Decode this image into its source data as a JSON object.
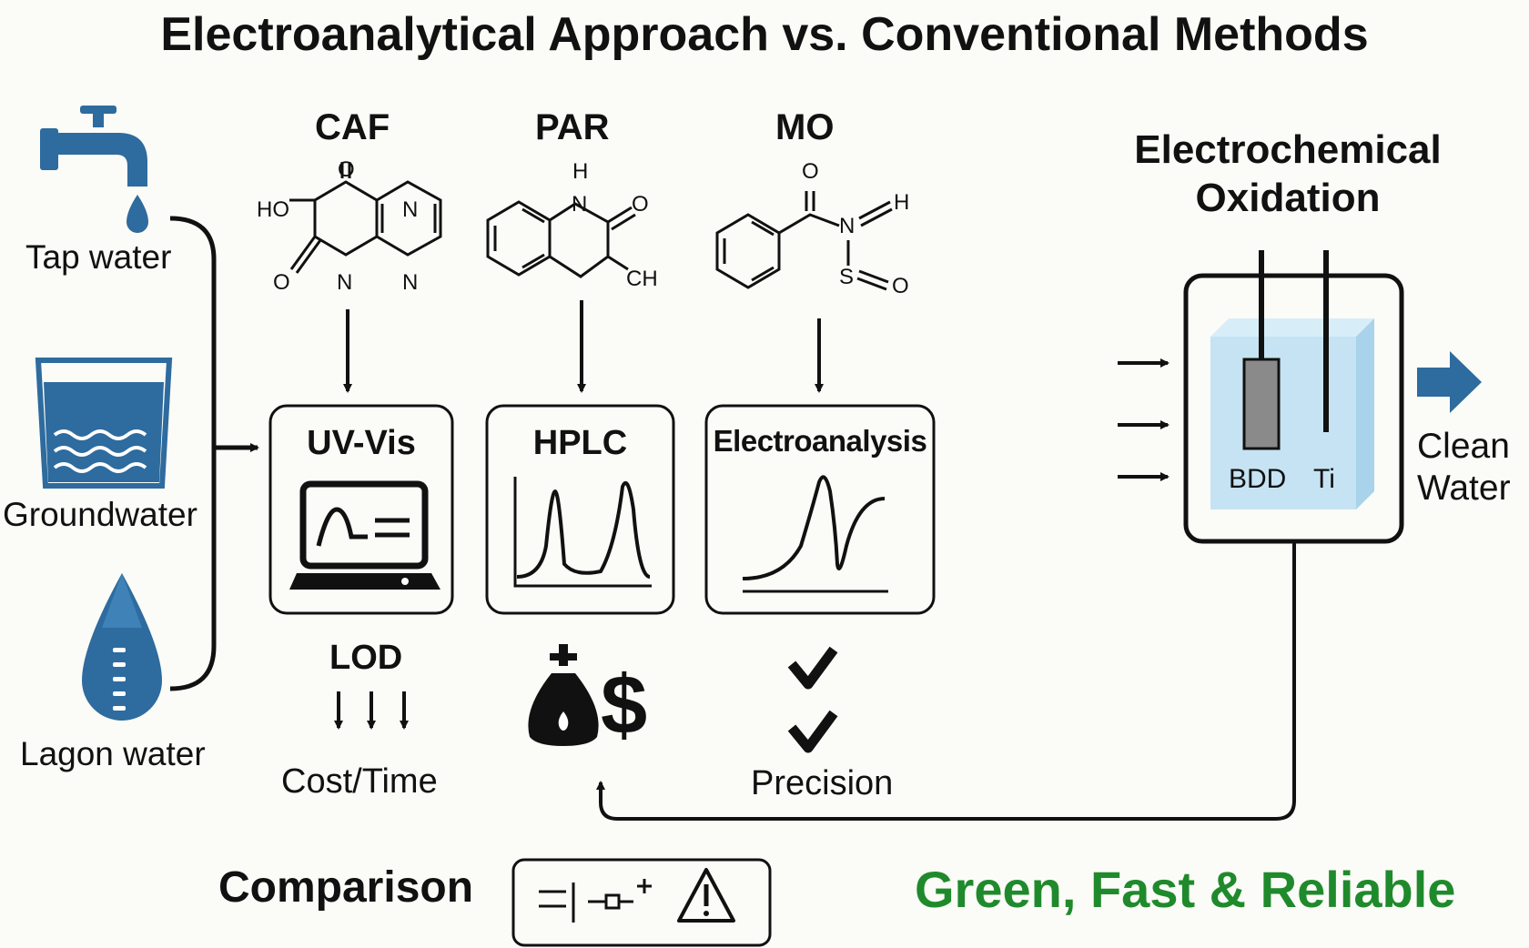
{
  "title": "Electroanalytical Approach vs. Conventional Methods",
  "sources": [
    {
      "label": "Tap water",
      "icon": "faucet-icon"
    },
    {
      "label": "Groundwater",
      "icon": "water-glass-icon"
    },
    {
      "label": "Lagon water",
      "icon": "water-drop-icon"
    }
  ],
  "molecules": [
    {
      "name": "CAF",
      "atoms": [
        "O",
        "HO",
        "N",
        "O",
        "N",
        "N"
      ]
    },
    {
      "name": "PAR",
      "atoms": [
        "H",
        "N",
        "O",
        "CH"
      ]
    },
    {
      "name": "MO",
      "atoms": [
        "O",
        "N",
        "H",
        "S",
        "O"
      ]
    }
  ],
  "methods": [
    {
      "label": "UV-Vis",
      "icon": "laptop-spectrum-icon"
    },
    {
      "label": "HPLC",
      "icon": "chromatogram-icon"
    },
    {
      "label": "Electroanalysis",
      "icon": "voltammogram-icon"
    }
  ],
  "metrics": {
    "lod": "LOD",
    "cost_time": "Cost/Time",
    "precision": "Precision",
    "cost_icons": [
      "money-bag-icon",
      "dollar-icon"
    ]
  },
  "oxidation": {
    "title_line1": "Electrochemical",
    "title_line2": "Oxidation",
    "anode": "BDD",
    "cathode": "Ti",
    "output_line1": "Clean",
    "output_line2": "Water"
  },
  "comparison": "Comparison",
  "comparison_symbols": "=|▫+",
  "tagline": "Green, Fast & Reliable",
  "colors": {
    "water_blue": "#2e6b9e",
    "cell_fill": "#bfe0f2",
    "green": "#1f8a2c"
  }
}
